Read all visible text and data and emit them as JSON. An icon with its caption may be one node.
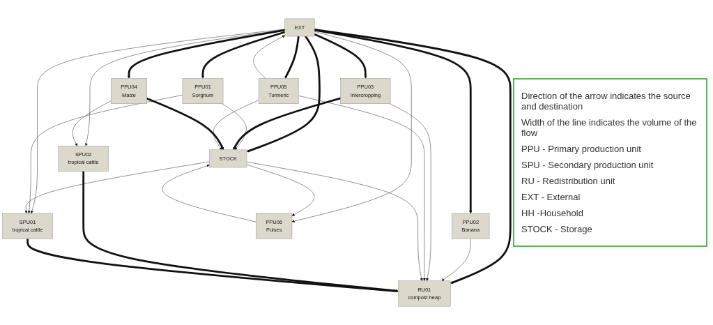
{
  "diagram": {
    "nodes": [
      {
        "text": [
          "EXT"
        ]
      },
      {
        "text": [
          "PPU01",
          "Sorghum"
        ]
      },
      {
        "text": [
          "SPU02",
          "tropical cattle"
        ]
      },
      {
        "text": [
          "PPU02",
          "Banana"
        ]
      },
      {
        "text": [
          "STOCK"
        ]
      },
      {
        "text": [
          "PPU03",
          "Intercropping"
        ]
      },
      {
        "text": [
          "SPU01",
          "tropical cattle"
        ]
      },
      {
        "text": [
          "PPU04",
          "Maize"
        ]
      },
      {
        "text": [
          "PPU05",
          "Turmeric"
        ]
      },
      {
        "text": [
          "PPU06",
          "Pulses"
        ]
      },
      {
        "text": [
          "RU01",
          "compost heap"
        ]
      }
    ],
    "edges": [
      {
        "from": 0,
        "to": 1,
        "arrow": "to",
        "style": "thick"
      },
      {
        "from": 0,
        "to": 3,
        "arrow": "to",
        "style": "thick"
      },
      {
        "from": 0,
        "to": 5,
        "arrow": "to",
        "style": "thick"
      },
      {
        "from": 0,
        "to": 7,
        "arrow": "to",
        "style": "thick"
      },
      {
        "from": 0,
        "to": 8,
        "arrow": "to",
        "style": "thick"
      },
      {
        "from": 0,
        "to": 9,
        "arrow": "to"
      },
      {
        "from": 0,
        "to": 4,
        "arrow": "to",
        "style": "thick"
      },
      {
        "from": 0,
        "to": 2,
        "arrow": "to"
      },
      {
        "from": 0,
        "to": 6,
        "arrow": "to"
      },
      {
        "from": 0,
        "to": 10,
        "arrow": "to",
        "style": "thick"
      },
      {
        "from": 1,
        "to": 6,
        "arrow": "to"
      },
      {
        "from": 1,
        "to": 4,
        "arrow": "to"
      },
      {
        "from": 3,
        "to": 10,
        "arrow": "to"
      },
      {
        "from": 5,
        "to": 4,
        "arrow": "to",
        "style": "thick"
      },
      {
        "from": 5,
        "to": 10,
        "arrow": "to"
      },
      {
        "from": 7,
        "to": 4,
        "arrow": "to",
        "style": "thick"
      },
      {
        "from": 7,
        "to": 2,
        "arrow": "to"
      },
      {
        "from": 8,
        "to": 0,
        "arrow": "to"
      },
      {
        "from": 8,
        "to": 4,
        "arrow": "to"
      },
      {
        "from": 8,
        "to": 10,
        "arrow": "to"
      },
      {
        "from": 4,
        "to": 9,
        "arrow": "to"
      },
      {
        "from": 9,
        "to": 4,
        "arrow": "to"
      },
      {
        "from": 4,
        "to": 6,
        "arrow": "to"
      },
      {
        "from": 4,
        "to": 10,
        "arrow": "to"
      },
      {
        "from": 2,
        "to": 10,
        "arrow": "to",
        "style": "thick"
      },
      {
        "from": 6,
        "to": 10,
        "arrow": "to",
        "style": "thick"
      }
    ],
    "labels": [
      "Direction of the arrow indicates the source and destination",
      "Width of the line indicates the volume of the flow",
      "PPU - Primary production unit",
      "SPU - Secondary production unit",
      "RU - Redistribution unit",
      "EXT - External",
      "HH -Household",
      "STOCK - Storage"
    ]
  }
}
